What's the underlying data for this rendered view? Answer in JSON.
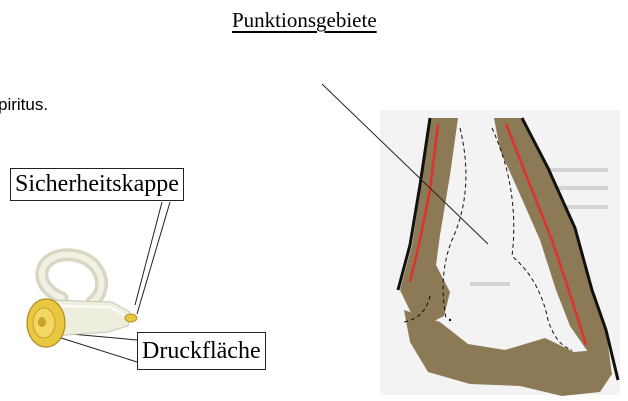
{
  "title": "Punktionsgebiete",
  "intro_text_fragment": "piritus.",
  "labels": {
    "safety_cap": "Sicherheitskappe",
    "press_area": "Druckfläche"
  },
  "colors": {
    "fingertip_tissue": "#8b7a55",
    "vessel_line": "#e03030",
    "device_yellow": "#e8c840"
  }
}
